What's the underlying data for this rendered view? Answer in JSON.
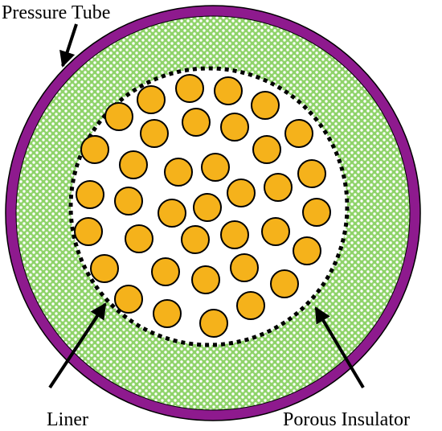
{
  "labels": {
    "pressure_tube": "Pressure Tube",
    "liner": "Liner",
    "porous_insulator": "Porous Insulator"
  },
  "colors": {
    "pressure_tube": "#8e1a8e",
    "insulator_base": "#8fd36a",
    "insulator_dot": "#ffffff",
    "pellet_fill": "#f5b21b",
    "pellet_stroke": "#000000",
    "liner_stroke": "#000000",
    "interior": "#ffffff"
  }
}
